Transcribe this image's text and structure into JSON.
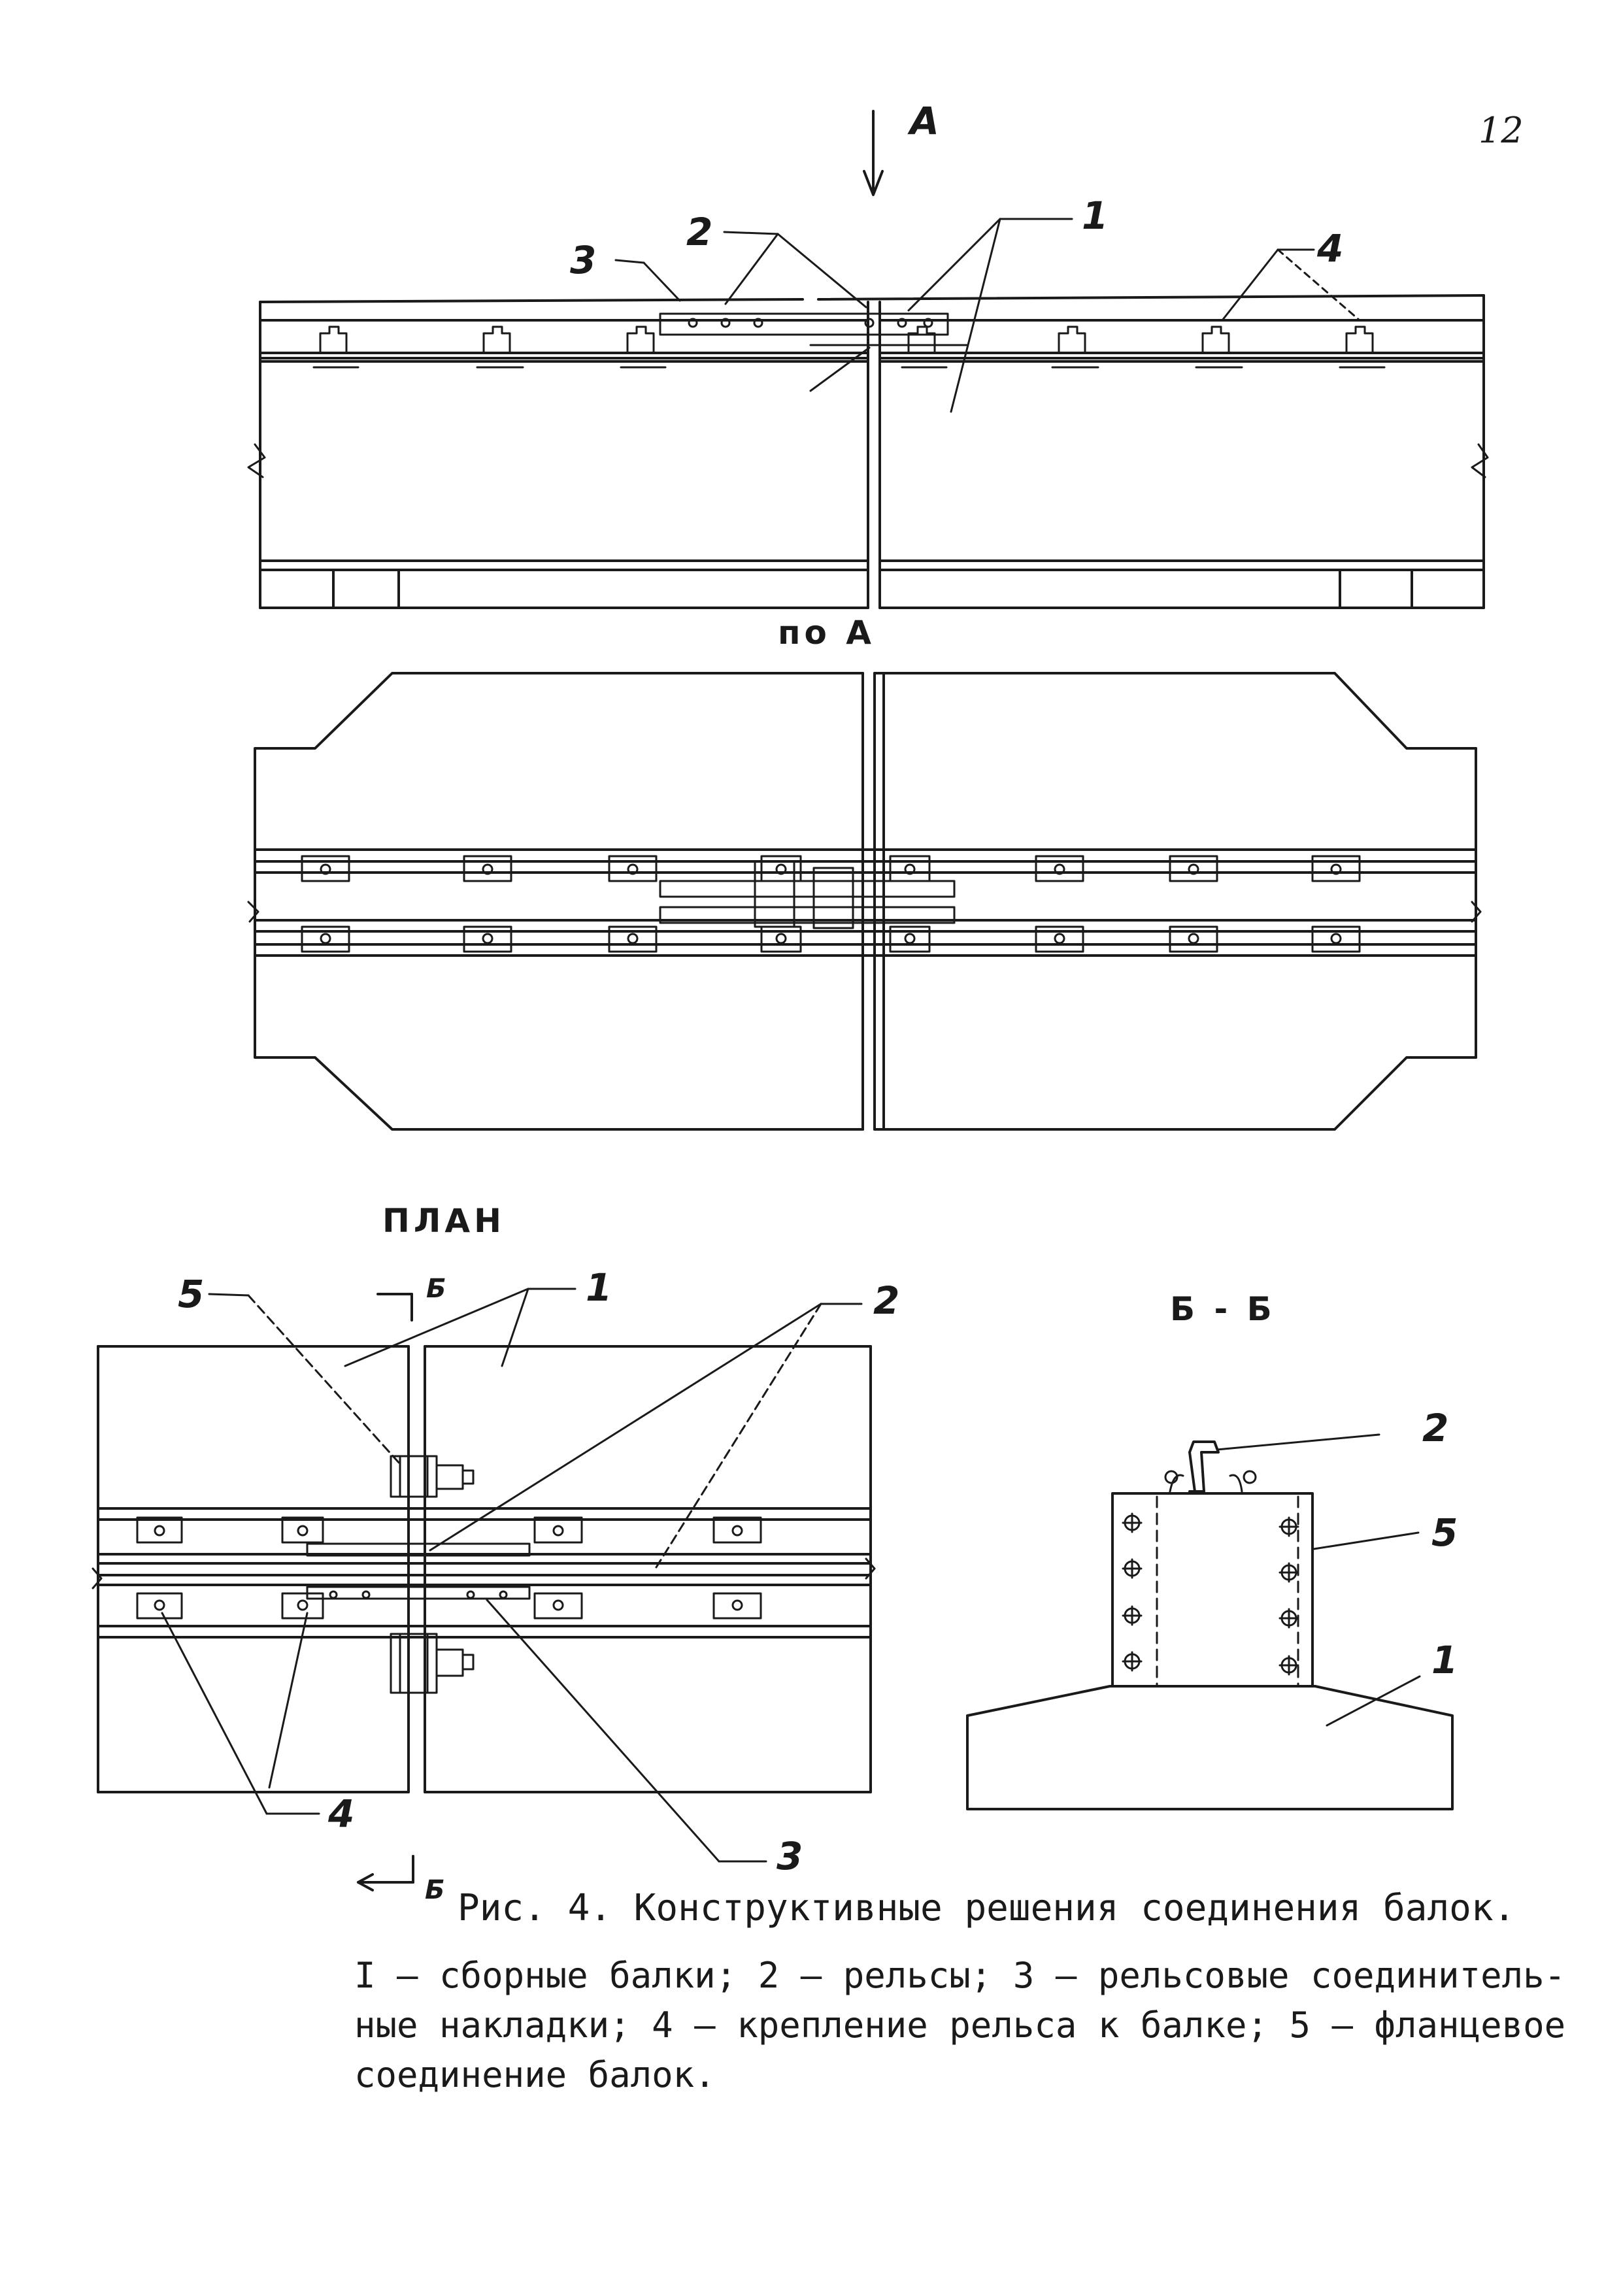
{
  "page": {
    "number": "12"
  },
  "view_top": {
    "arrow_label": "A",
    "callouts": [
      "1",
      "2",
      "3",
      "4"
    ],
    "title": "по А"
  },
  "plan": {
    "title": "ПЛАН",
    "section_mark": "Б",
    "callouts": [
      "1",
      "2",
      "3",
      "4",
      "5"
    ]
  },
  "section": {
    "title": "Б - Б",
    "callouts": [
      "1",
      "2",
      "5"
    ]
  },
  "caption": {
    "title": "Рис. 4. Конструктивные решения соединения балок.",
    "legend_lines": [
      "I – сборные балки; 2 – рельсы; 3 – рельсовые соединитель-",
      "ные накладки; 4 – крепление рельса к балке; 5 – фланцевое",
      "соединение балок."
    ]
  }
}
